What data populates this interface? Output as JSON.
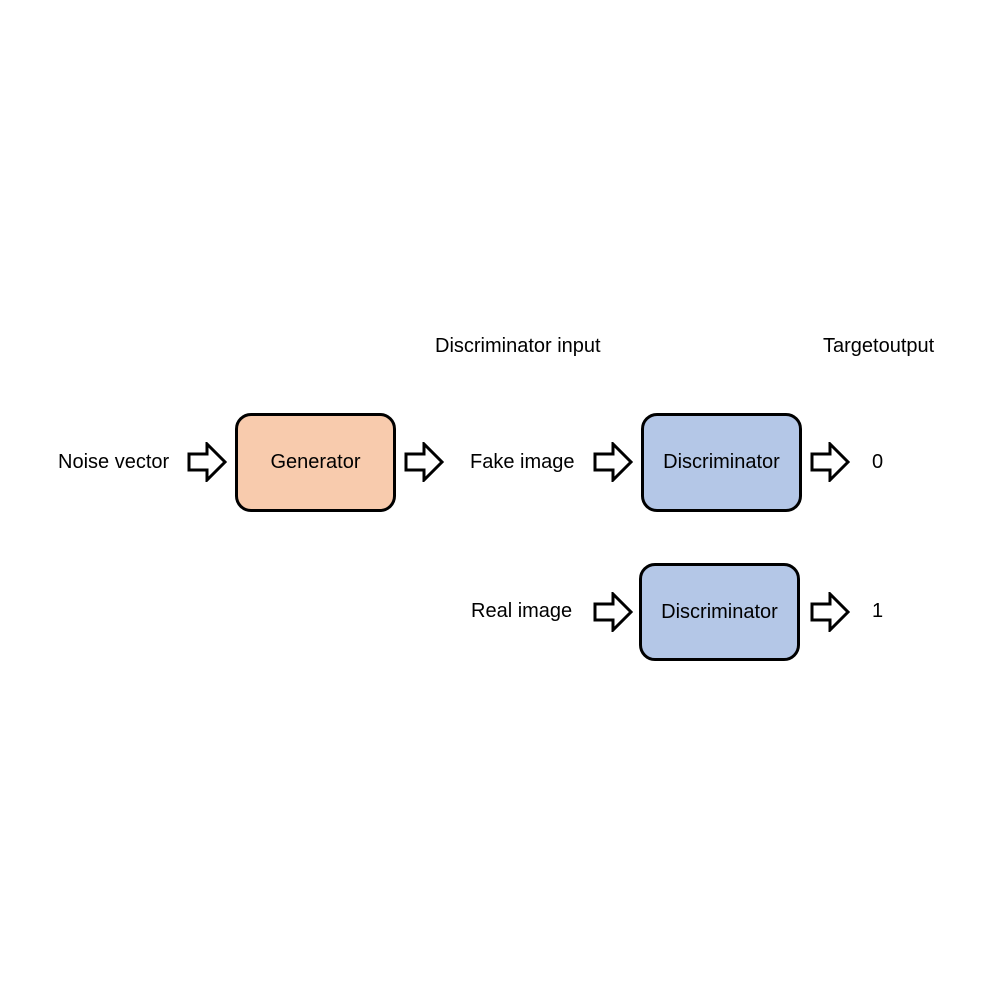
{
  "headers": {
    "discriminator_input": "Discriminator input",
    "target_output": "Targetoutput"
  },
  "top_row": {
    "noise_label": "Noise vector",
    "generator_label": "Generator",
    "fake_label": "Fake image",
    "discriminator_label": "Discriminator",
    "target_value": "0"
  },
  "bottom_row": {
    "real_label": "Real image",
    "discriminator_label": "Discriminator",
    "target_value": "1"
  },
  "colors": {
    "generator_fill": "#f8cbad",
    "discriminator_fill": "#b4c7e7",
    "stroke": "#000000"
  },
  "icons": {
    "flow_arrow": "hollow-block-right-arrow-icon"
  }
}
